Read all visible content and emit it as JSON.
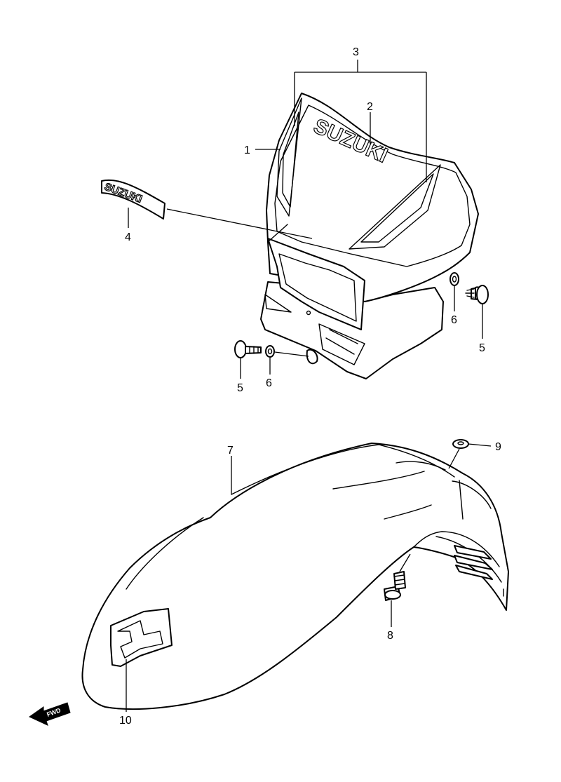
{
  "callouts": {
    "c1": "1",
    "c2": "2",
    "c3": "3",
    "c4": "4",
    "c5a": "5",
    "c5b": "5",
    "c6a": "6",
    "c6b": "6",
    "c7": "7",
    "c8": "8",
    "c9": "9",
    "c10": "10"
  },
  "decals": {
    "headlight_cowl_text": "SUZUKI",
    "emblem_text": "SUZUKI"
  },
  "fwd_marker": "FWD",
  "colors": {
    "line": "#000000",
    "background": "#ffffff"
  }
}
